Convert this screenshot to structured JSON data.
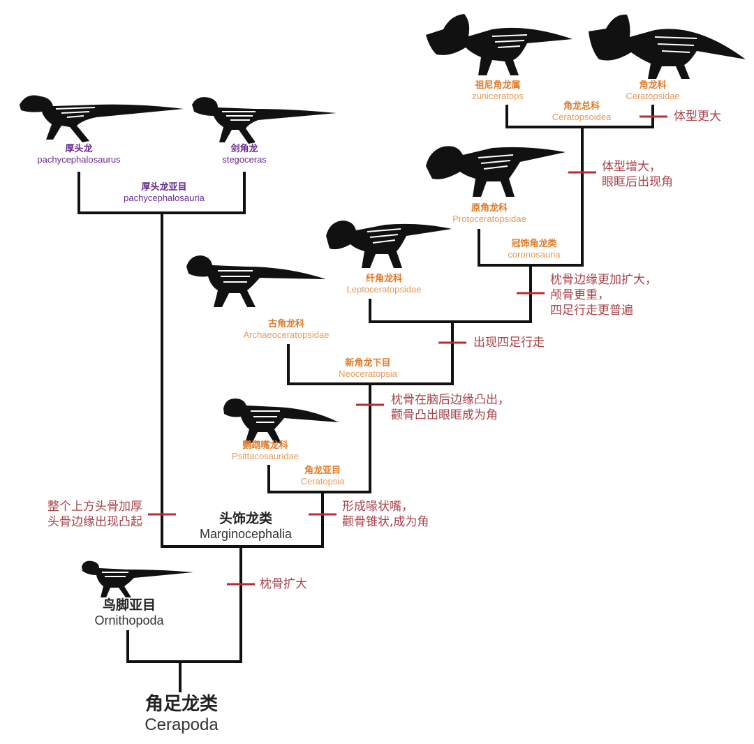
{
  "colors": {
    "branch": "#111111",
    "tick": "#c0282d",
    "note": "#a8434a",
    "purple": "#6a2c8f",
    "orange": "#e07b2a"
  },
  "taxa": {
    "pachycephalosaurus": {
      "zh": "厚头龙",
      "en": "pachycephalosaurus"
    },
    "stegoceras": {
      "zh": "剑角龙",
      "en": "stegoceras"
    },
    "pachycephalosauria": {
      "zh": "厚头龙亚目",
      "en": "pachycephalosauria"
    },
    "zuniceratops": {
      "zh": "祖尼角龙属",
      "en": "zuniceratops"
    },
    "ceratopsidae": {
      "zh": "角龙科",
      "en": "Ceratopsidae"
    },
    "ceratopsoidea": {
      "zh": "角龙总科",
      "en": "Ceratopsoidea"
    },
    "protoceratopsidae": {
      "zh": "原角龙科",
      "en": "Protoceratopsidae"
    },
    "coronosauria": {
      "zh": "冠饰角龙类",
      "en": "coronosauria"
    },
    "leptoceratopsidae": {
      "zh": "纤角龙科",
      "en": "Leptoceratopsidae"
    },
    "archaeoceratopsidae": {
      "zh": "古角龙科",
      "en": "Archaeoceratopsidae"
    },
    "neoceratopsia": {
      "zh": "新角龙下目",
      "en": "Neoceratopsia"
    },
    "psittacosauridae": {
      "zh": "鹦鹉嘴龙科",
      "en": "Psittacosauridae"
    },
    "ceratopsia": {
      "zh": "角龙亚目",
      "en": "Ceratopsia"
    },
    "marginocephalia": {
      "zh": "头饰龙类",
      "en": "Marginocephalia"
    },
    "ornithopoda": {
      "zh": "鸟脚亚目",
      "en": "Ornithopoda"
    },
    "cerapoda": {
      "zh": "角足龙类",
      "en": "Cerapoda"
    }
  },
  "notes": {
    "larger_body": [
      "体型更大"
    ],
    "body_increase": [
      "体型增大，",
      "眼眶后出现角"
    ],
    "frill_expand": [
      "枕骨边缘更加扩大，",
      "颅骨更重，",
      "四足行走更普遍"
    ],
    "quadruped": [
      "出现四足行走"
    ],
    "occipital_protrude": [
      "枕骨在脑后边缘凸出，",
      "颧骨凸出眼眶成为角"
    ],
    "beak": [
      "形成喙状嘴，",
      "颧骨锥状,成为角"
    ],
    "skull_thicken": [
      "整个上方头骨加厚",
      "头骨边缘出现凸起"
    ],
    "occipital_enlarge": [
      "枕骨扩大"
    ]
  },
  "dinosaur_silhouettes": [
    "pachycephalosaurus",
    "stegoceras",
    "zuniceratops",
    "ceratopsidae",
    "protoceratopsidae",
    "leptoceratopsidae",
    "archaeoceratopsidae",
    "psittacosauridae",
    "ornithopoda"
  ]
}
